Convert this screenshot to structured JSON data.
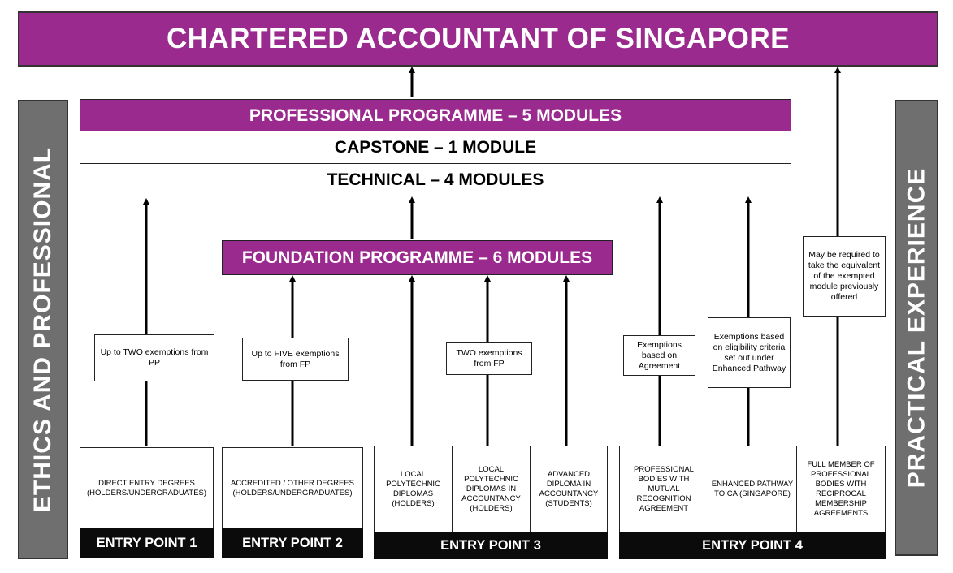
{
  "title": "CHARTERED ACCOUNTANT OF SINGAPORE",
  "side_left": "ETHICS AND PROFESSIONAL",
  "side_right": "PRACTICAL EXPERIENCE",
  "professional_programme": {
    "header": "PROFESSIONAL PROGRAMME – 5 MODULES",
    "capstone": "CAPSTONE – 1 MODULE",
    "technical": "TECHNICAL – 4 MODULES"
  },
  "foundation_programme": "FOUNDATION PROGRAMME – 6 MODULES",
  "notes": {
    "ep1": "Up to TWO exemptions from PP",
    "ep2": "Up to FIVE exemptions from FP",
    "ep3": "TWO exemptions from FP",
    "ep4a": "Exemptions based on Agreement",
    "ep4b": "Exemptions based on eligibility criteria set out under Enhanced Pathway",
    "ep4c": "May be required to take the equivalent of the exempted module previously offered"
  },
  "entry_points": [
    {
      "label": "ENTRY POINT 1",
      "cells": [
        "DIRECT ENTRY DEGREES (HOLDERS/UNDERGRADUATES)"
      ]
    },
    {
      "label": "ENTRY POINT 2",
      "cells": [
        "ACCREDITED / OTHER DEGREES (HOLDERS/UNDERGRADUATES)"
      ]
    },
    {
      "label": "ENTRY POINT 3",
      "cells": [
        "LOCAL POLYTECHNIC DIPLOMAS (HOLDERS)",
        "LOCAL POLYTECHNIC DIPLOMAS IN ACCOUNTANCY (HOLDERS)",
        "ADVANCED DIPLOMA IN ACCOUNTANCY (STUDENTS)"
      ]
    },
    {
      "label": "ENTRY POINT 4",
      "cells": [
        "PROFESSIONAL BODIES WITH MUTUAL RECOGNITION AGREEMENT",
        "ENHANCED PATHWAY TO CA (SINGAPORE)",
        "FULL MEMBER OF PROFESSIONAL BODIES WITH RECIPROCAL MEMBERSHIP AGREEMENTS"
      ]
    }
  ],
  "colors": {
    "purple": "#9a2a8e",
    "grey": "#6f6f6f",
    "black": "#0b0b0b"
  }
}
